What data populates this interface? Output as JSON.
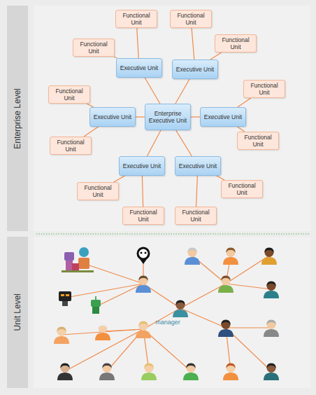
{
  "diagram": {
    "nodes": [
      {
        "text": [
          "Enterprise Level"
        ]
      },
      {
        "text": [
          "Unit Level"
        ]
      },
      {
        "text": [
          "Enterprise Executive Unit"
        ]
      },
      {
        "text": [
          "Executive Unit"
        ]
      },
      {
        "text": [
          "Executive Unit"
        ]
      },
      {
        "text": [
          "Executive Unit"
        ]
      },
      {
        "text": [
          "Executive Unit"
        ]
      },
      {
        "text": [
          "Executive Unit"
        ]
      },
      {
        "text": [
          "Executive Unit"
        ]
      },
      {
        "text": [
          "Functional Unit"
        ]
      },
      {
        "text": [
          "Functional Unit"
        ]
      },
      {
        "text": [
          "Functional Unit"
        ]
      },
      {
        "text": [
          "Functional Unit"
        ]
      },
      {
        "text": [
          "Functional Unit"
        ]
      },
      {
        "text": [
          "Functional Unit"
        ]
      },
      {
        "text": [
          "Functional Unit"
        ]
      },
      {
        "text": [
          "Functional Unit"
        ]
      },
      {
        "text": [
          "Functional Unit"
        ]
      },
      {
        "text": [
          "Functional Unit"
        ]
      },
      {
        "text": [
          "Functional Unit"
        ]
      },
      {
        "text": [
          "Functional Unit"
        ]
      }
    ],
    "edges": [
      {
        "from": 2,
        "to": 3,
        "arrow": "none"
      },
      {
        "from": 2,
        "to": 4,
        "arrow": "none"
      },
      {
        "from": 2,
        "to": 5,
        "arrow": "none"
      },
      {
        "from": 2,
        "to": 6,
        "arrow": "none"
      },
      {
        "from": 2,
        "to": 7,
        "arrow": "none"
      },
      {
        "from": 2,
        "to": 8,
        "arrow": "none"
      },
      {
        "from": 3,
        "to": 9,
        "arrow": "none"
      },
      {
        "from": 3,
        "to": 10,
        "arrow": "none"
      },
      {
        "from": 4,
        "to": 11,
        "arrow": "none"
      },
      {
        "from": 4,
        "to": 12,
        "arrow": "none"
      },
      {
        "from": 5,
        "to": 13,
        "arrow": "none"
      },
      {
        "from": 5,
        "to": 14,
        "arrow": "none"
      },
      {
        "from": 6,
        "to": 15,
        "arrow": "none"
      },
      {
        "from": 6,
        "to": 16,
        "arrow": "none"
      },
      {
        "from": 7,
        "to": 17,
        "arrow": "none"
      },
      {
        "from": 7,
        "to": 18,
        "arrow": "none"
      },
      {
        "from": 8,
        "to": 19,
        "arrow": "none"
      },
      {
        "from": 8,
        "to": 20,
        "arrow": "none"
      }
    ],
    "labels": [
      "manager"
    ]
  }
}
